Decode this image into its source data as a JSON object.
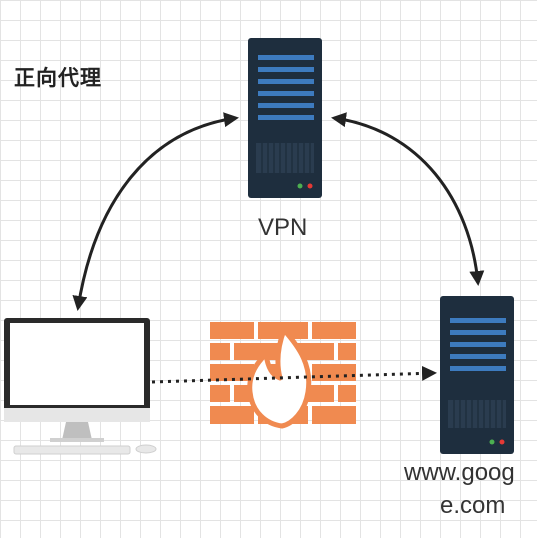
{
  "title": "正向代理",
  "nodes": {
    "vpn": {
      "label": "VPN",
      "icon": "server-icon"
    },
    "client": {
      "icon": "desktop-computer-icon"
    },
    "firewall": {
      "icon": "firewall-icon"
    },
    "target": {
      "label_line1": "www.goog",
      "label_line2": "e.com",
      "icon": "server-icon"
    }
  },
  "colors": {
    "server_body": "#1e2e3e",
    "server_stripe": "#3d7bbf",
    "firewall_brick": "#f08a50",
    "arrow": "#222222"
  }
}
